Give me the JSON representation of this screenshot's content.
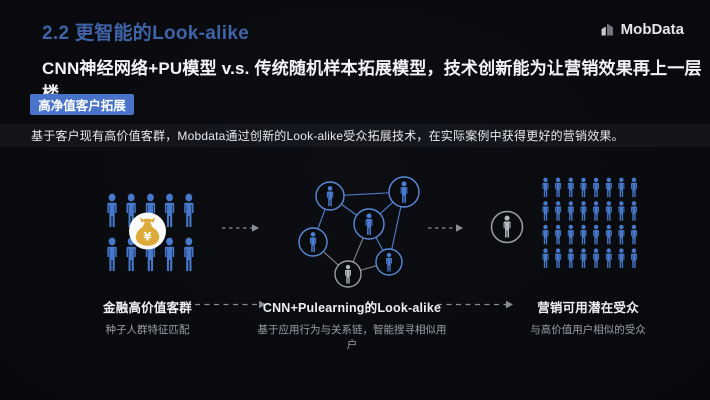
{
  "slide": {
    "section_title": "2.2 更智能的Look-alike",
    "headline": "CNN神经网络+PU模型 v.s. 传统随机样本拓展模型，技术创新能为让营销效果再上一层楼",
    "badge_label": "高净值客户拓展",
    "description": "基于客户现有高价值客群，Mobdata通过创新的Look-alike受众拓展技术，在实际案例中获得更好的营销效果。"
  },
  "brand": {
    "logo_text": "MobData",
    "logo_icon": "bar-chart-logo-icon"
  },
  "diagram": {
    "seed_group": {
      "rows": 2,
      "cols": 5,
      "icon": "person-icon",
      "overlay_icon": "money-bag-yen-icon",
      "currency_symbol": "¥"
    },
    "network": {
      "blue_nodes": 5,
      "gray_nodes": 1,
      "icon": "person-icon"
    },
    "candidate_node": {
      "icon": "person-icon"
    },
    "audience_grid": {
      "rows": 4,
      "cols": 8,
      "icon": "person-icon"
    }
  },
  "steps": [
    {
      "title": "金融高价值客群",
      "subtitle": "种子人群特征匹配"
    },
    {
      "title": "CNN+Pulearning的Look-alike",
      "subtitle": "基于应用行为与关系链，智能搜寻相似用户"
    },
    {
      "title": "营销可用潜在受众",
      "subtitle": "与高价值用户相似的受众"
    }
  ],
  "colors": {
    "accent_blue": "#3e63a6",
    "badge_blue": "#4a74c9",
    "person_blue": "#4679cb",
    "node_stroke_blue": "#5a8cdb",
    "node_gray": "#9ba1a8",
    "person_gray": "#b6bbc2",
    "money_gold": "#dcaa38",
    "arrow_gray": "#878d96"
  }
}
